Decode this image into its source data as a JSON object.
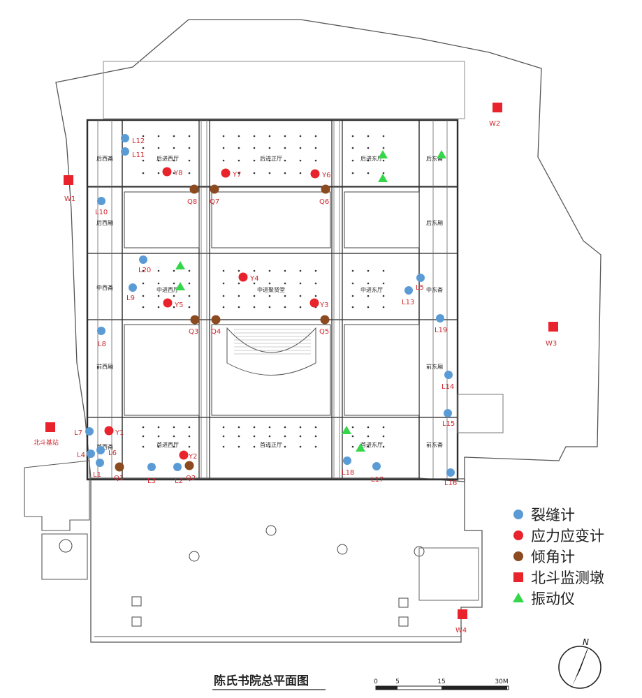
{
  "title": "陈氏书院总平面图",
  "legend": [
    {
      "label": "裂缝计",
      "symbol": "circle",
      "color": "#5b9bd5"
    },
    {
      "label": "应力应变计",
      "symbol": "circle",
      "color": "#e8232b"
    },
    {
      "label": "倾角计",
      "symbol": "circle",
      "color": "#8b4a1f"
    },
    {
      "label": "北斗监测墩",
      "symbol": "square",
      "color": "#e8232b"
    },
    {
      "label": "振动仪",
      "symbol": "triangle",
      "color": "#35d64a"
    }
  ],
  "base_station_label": "北斗基站",
  "north_label": "N",
  "scale_ticks": [
    "0",
    "5",
    "15",
    "30M"
  ],
  "rooms": [
    "后进西厅",
    "后进正厅",
    "后进东厅",
    "后西斋",
    "后东斋",
    "后西厢",
    "后东厢",
    "中西斋",
    "中进西厅",
    "中进聚贤堂",
    "中进东厅",
    "中东斋",
    "前西厢",
    "前东厢",
    "首西斋",
    "首进西厅",
    "首进正厅",
    "首进东厅",
    "前东斋"
  ],
  "crack_gauges": [
    "L1",
    "L2",
    "L3",
    "L4",
    "L5",
    "L6",
    "L7",
    "L8",
    "L9",
    "L10",
    "L11",
    "L12",
    "L13",
    "L14",
    "L15",
    "L16",
    "L17",
    "L18",
    "L19",
    "L20"
  ],
  "strain_gauges": [
    "Y1",
    "Y2",
    "Y3",
    "Y4",
    "Y5",
    "Y6",
    "Y7",
    "Y8"
  ],
  "inclinometers": [
    "Q1",
    "Q2",
    "Q3",
    "Q4",
    "Q5",
    "Q6",
    "Q7",
    "Q8"
  ],
  "beidou_piers": [
    "W1",
    "W2",
    "W3",
    "W4"
  ]
}
